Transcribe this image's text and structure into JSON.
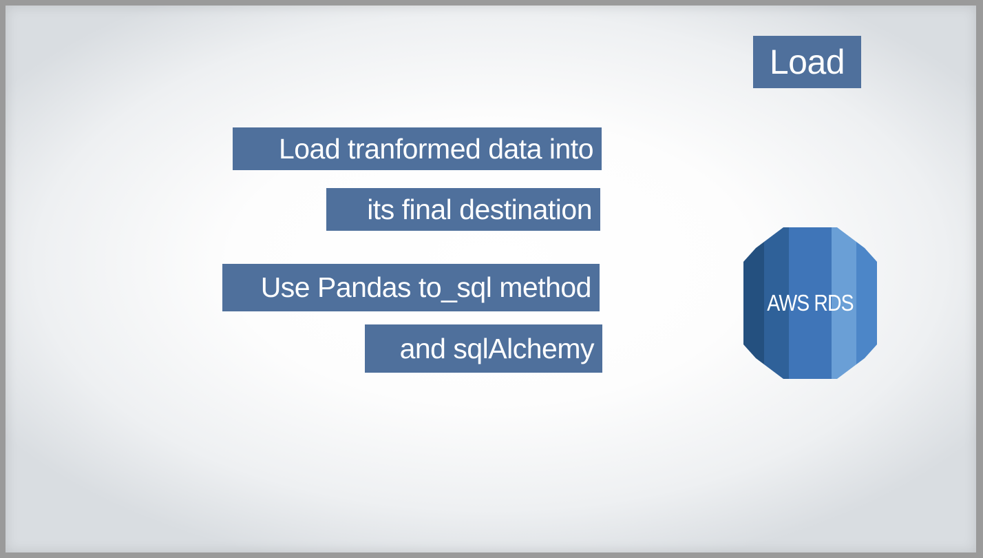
{
  "slide": {
    "title": "Load",
    "lines": [
      "Load tranformed data into",
      "its final destination",
      "Use Pandas to_sql method",
      "and sqlAlchemy"
    ]
  },
  "logo": {
    "label": "AWS RDS",
    "icon": "aws-rds-database-icon",
    "colors": [
      "#2b5b8c",
      "#3667a6",
      "#4479c0",
      "#6a9fd6"
    ]
  },
  "colors": {
    "box": "#4f709c",
    "text": "#ffffff"
  }
}
